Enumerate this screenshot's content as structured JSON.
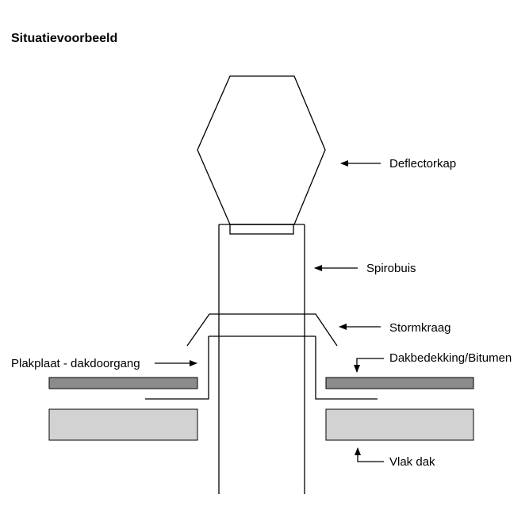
{
  "title": "Situatievoorbeeld",
  "labels": {
    "deflector": "Deflectorkap",
    "spirobuis": "Spirobuis",
    "stormkraag": "Stormkraag",
    "plakplaat": "Plakplaat - dakdoorgang",
    "dakbedekking": "Dakbedekking/Bitumen",
    "vlakdak": "Vlak dak"
  },
  "colors": {
    "stroke": "#000000",
    "bitumen": "#8c8c8c",
    "roof": "#d2d2d2",
    "background": "#ffffff"
  }
}
